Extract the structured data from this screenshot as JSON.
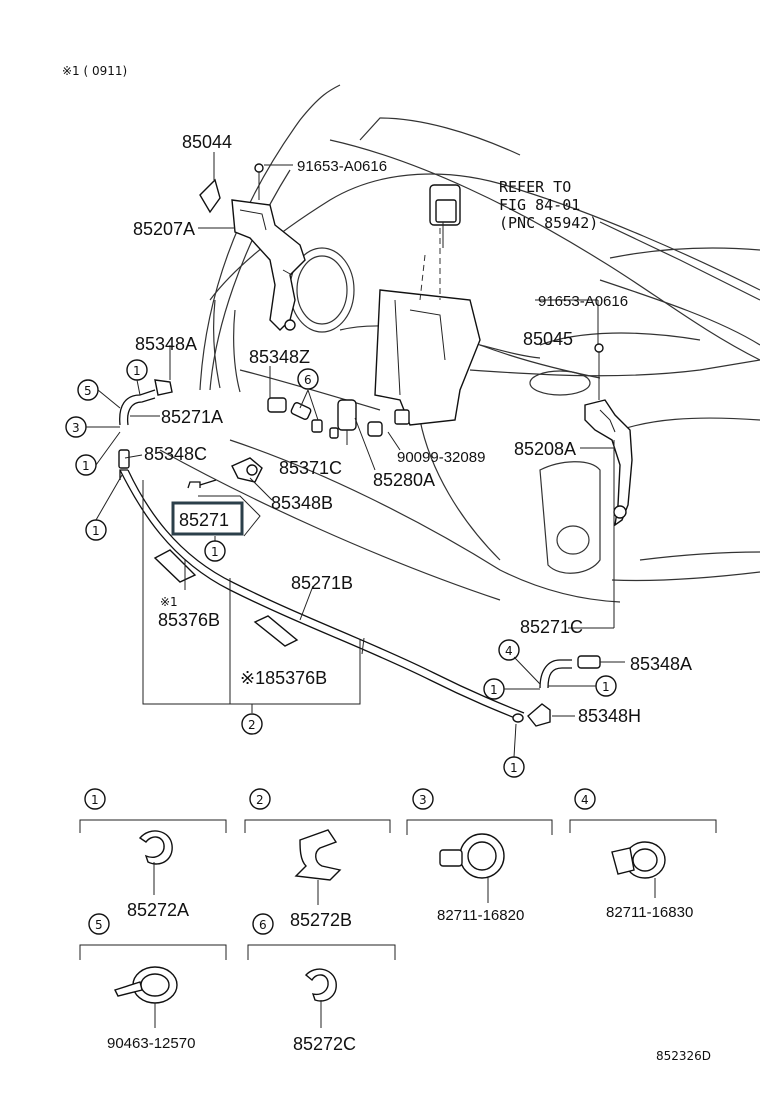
{
  "header_note": "※1 (        0911)",
  "footer_code": "852326D",
  "refer_note": [
    "REFER TO",
    "FIG 84-01",
    "(PNC 85942)"
  ],
  "callout_label": "85271",
  "labels": {
    "p85044": "85044",
    "p91653_top": "91653-A0616",
    "p85207A": "85207A",
    "p91653_right": "91653-A0616",
    "p85045": "85045",
    "p85348A_left": "85348A",
    "p85348Z": "85348Z",
    "p85271A": "85271A",
    "p85348C": "85348C",
    "p85371C": "85371C",
    "p90099": "90099-32089",
    "p85280A": "85280A",
    "p85208A": "85208A",
    "p85348B": "85348B",
    "p85271B": "85271B",
    "p85376B_a": "85376B",
    "p85376B_b": "※185376B",
    "star1": "※1",
    "p85271C": "85271C",
    "p85348A_right": "85348A",
    "p85348H": "85348H"
  },
  "clip_numbers": [
    "1",
    "2",
    "3",
    "4",
    "5",
    "6"
  ],
  "clip_legend": [
    {
      "num": "1",
      "part": "85272A"
    },
    {
      "num": "2",
      "part": "85272B"
    },
    {
      "num": "3",
      "part": "82711-16820"
    },
    {
      "num": "4",
      "part": "82711-16830"
    },
    {
      "num": "5",
      "part": "90463-12570"
    },
    {
      "num": "6",
      "part": "85272C"
    }
  ]
}
